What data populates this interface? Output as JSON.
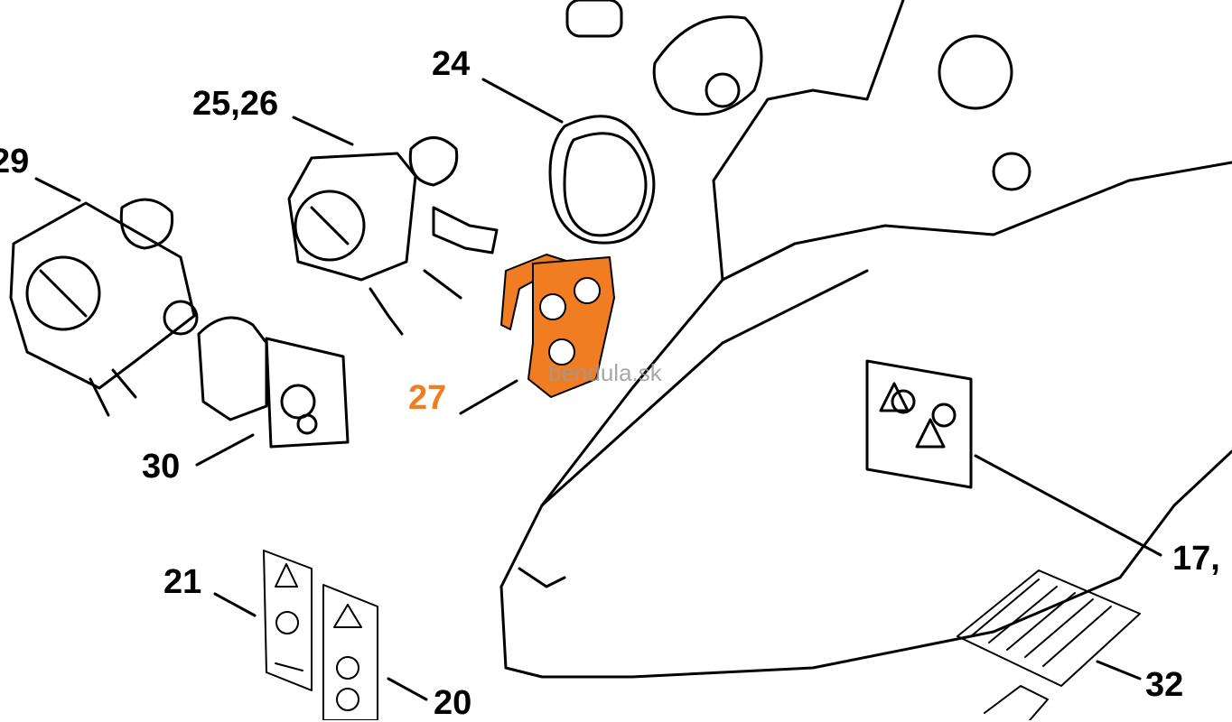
{
  "diagram": {
    "highlight_color": "#f07d22",
    "watermark": "bendula.sk",
    "labels": {
      "p29": "29",
      "p25_26": "25,26",
      "p24": "24",
      "p27": "27",
      "p30": "30",
      "p21": "21",
      "p20": "20",
      "p17": "17,",
      "p32": "32"
    }
  }
}
